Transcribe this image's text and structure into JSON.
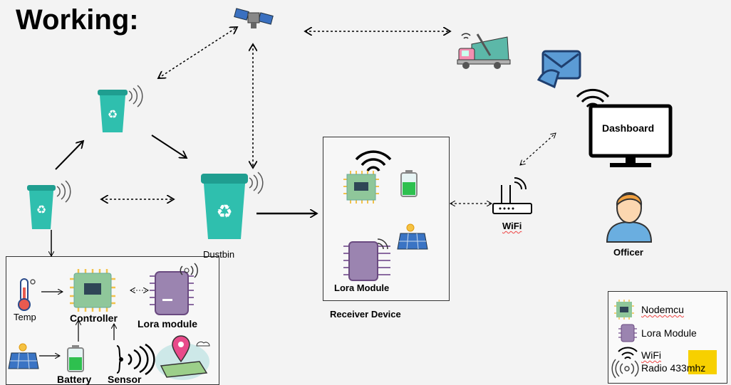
{
  "title": "Working:",
  "labels": {
    "dustbin": "Dustbin",
    "dashboard": "Dashboard",
    "officer": "Officer",
    "wifi": "WiFi",
    "receiver_device": "Receiver Device",
    "receiver_lora": "Lora Module"
  },
  "node_box": {
    "temp": "Temp",
    "controller": "Controller",
    "lora": "Lora module",
    "battery": "Battery",
    "sensor": "Sensor"
  },
  "legend": {
    "items": [
      {
        "icon": "nodemcu-chip-icon",
        "label": "Nodemcu"
      },
      {
        "icon": "lora-module-icon",
        "label": "Lora Module"
      },
      {
        "icon": "wifi-icon",
        "label": "WiFi"
      },
      {
        "icon": "radio-icon",
        "label": "Radio 433mhz"
      }
    ],
    "highlight_color": "#f7d000"
  },
  "colors": {
    "bin": "#2fbfae",
    "chip_green": "#8fc79a",
    "lora_purple": "#8a6aa0",
    "background": "#f3f3f3"
  }
}
